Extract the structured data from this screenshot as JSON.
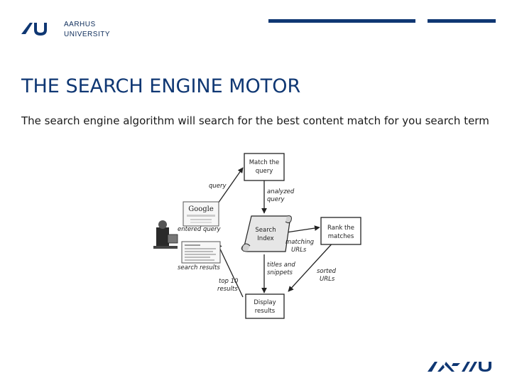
{
  "header": {
    "university_line1": "AARHUS",
    "university_line2": "UNIVERSITY",
    "brand_color": "#0f3773"
  },
  "slide": {
    "title": "THE SEARCH ENGINE MOTOR",
    "body": "The search engine algorithm will search for the best content match for you search term"
  },
  "diagram": {
    "match_line1": "Match the",
    "match_line2": "query",
    "rank_line1": "Rank the",
    "rank_line2": "matches",
    "display_line1": "Display",
    "display_line2": "results",
    "index_line1": "Search",
    "index_line2": "Index",
    "google_label": "Google",
    "query": "query",
    "analyzed_line1": "analyzed",
    "analyzed_line2": "query",
    "entered_query": "entered query",
    "matching_line1": "matching",
    "matching_line2": "URLs",
    "search_results": "search results",
    "titles_line1": "titles and",
    "titles_line2": "snippets",
    "sorted_line1": "sorted",
    "sorted_line2": "URLs",
    "top_line1": "top 10",
    "top_line2": "results"
  }
}
